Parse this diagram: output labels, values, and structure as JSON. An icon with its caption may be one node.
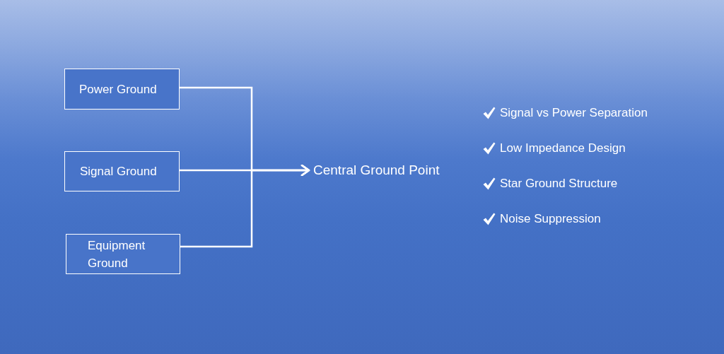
{
  "diagram": {
    "nodes": [
      {
        "text": [
          "Power Ground"
        ]
      },
      {
        "text": [
          "Signal Ground"
        ]
      },
      {
        "text": [
          "Equipment Ground"
        ]
      },
      {
        "text": [
          "Central Ground Point"
        ]
      }
    ],
    "edges": [
      {
        "from": 0,
        "to": 3,
        "arrow": "to"
      },
      {
        "from": 1,
        "to": 3,
        "arrow": "to"
      },
      {
        "from": 2,
        "to": 3,
        "arrow": "to"
      }
    ],
    "labels": [
      "Signal vs Power Separation",
      "Low Impedance Design",
      "Star Ground Structure",
      "Noise Suppression"
    ]
  }
}
